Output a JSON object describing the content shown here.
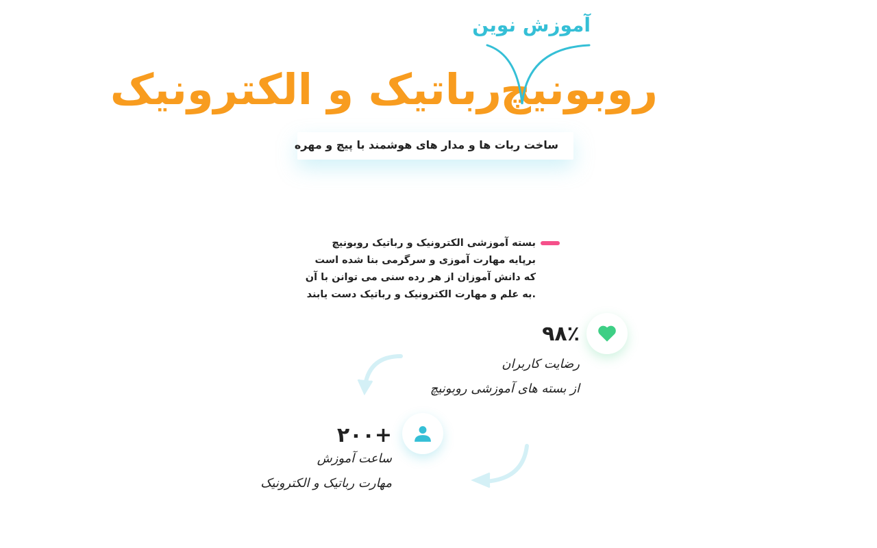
{
  "header": {
    "brand": "روبونیچ",
    "title": "رباتیک و الکترونیک",
    "tagline": "آموزش نوین",
    "subtitle": "ساخت ربات ها و مدار های هوشمند با پیچ و مهره"
  },
  "intro": {
    "lines": [
      "بسته آموزشی الکترونیک و رباتیک روبونیچ",
      "برپایه مهارت آموزی و سرگرمی بنا شده است",
      "که دانش آموزان از هر رده سنی می توانن با آن",
      ".به علم و مهارت الکترونیک و رباتیک دست یابند"
    ]
  },
  "stats": [
    {
      "icon": "heart-icon",
      "value": "۹۸٪",
      "line1": "رضایت کاربران",
      "line2": "از بسته های آموزشی روبونیچ",
      "color": "#3ecf85"
    },
    {
      "icon": "user-icon",
      "value": "+۲۰۰",
      "line1": "ساعت آموزش",
      "line2": "مهارت رباتیک و الکترونیک",
      "color": "#35bfd6"
    }
  ],
  "colors": {
    "orange": "#f89c1f",
    "cyan": "#35bfd6",
    "pink": "#f5508a"
  }
}
